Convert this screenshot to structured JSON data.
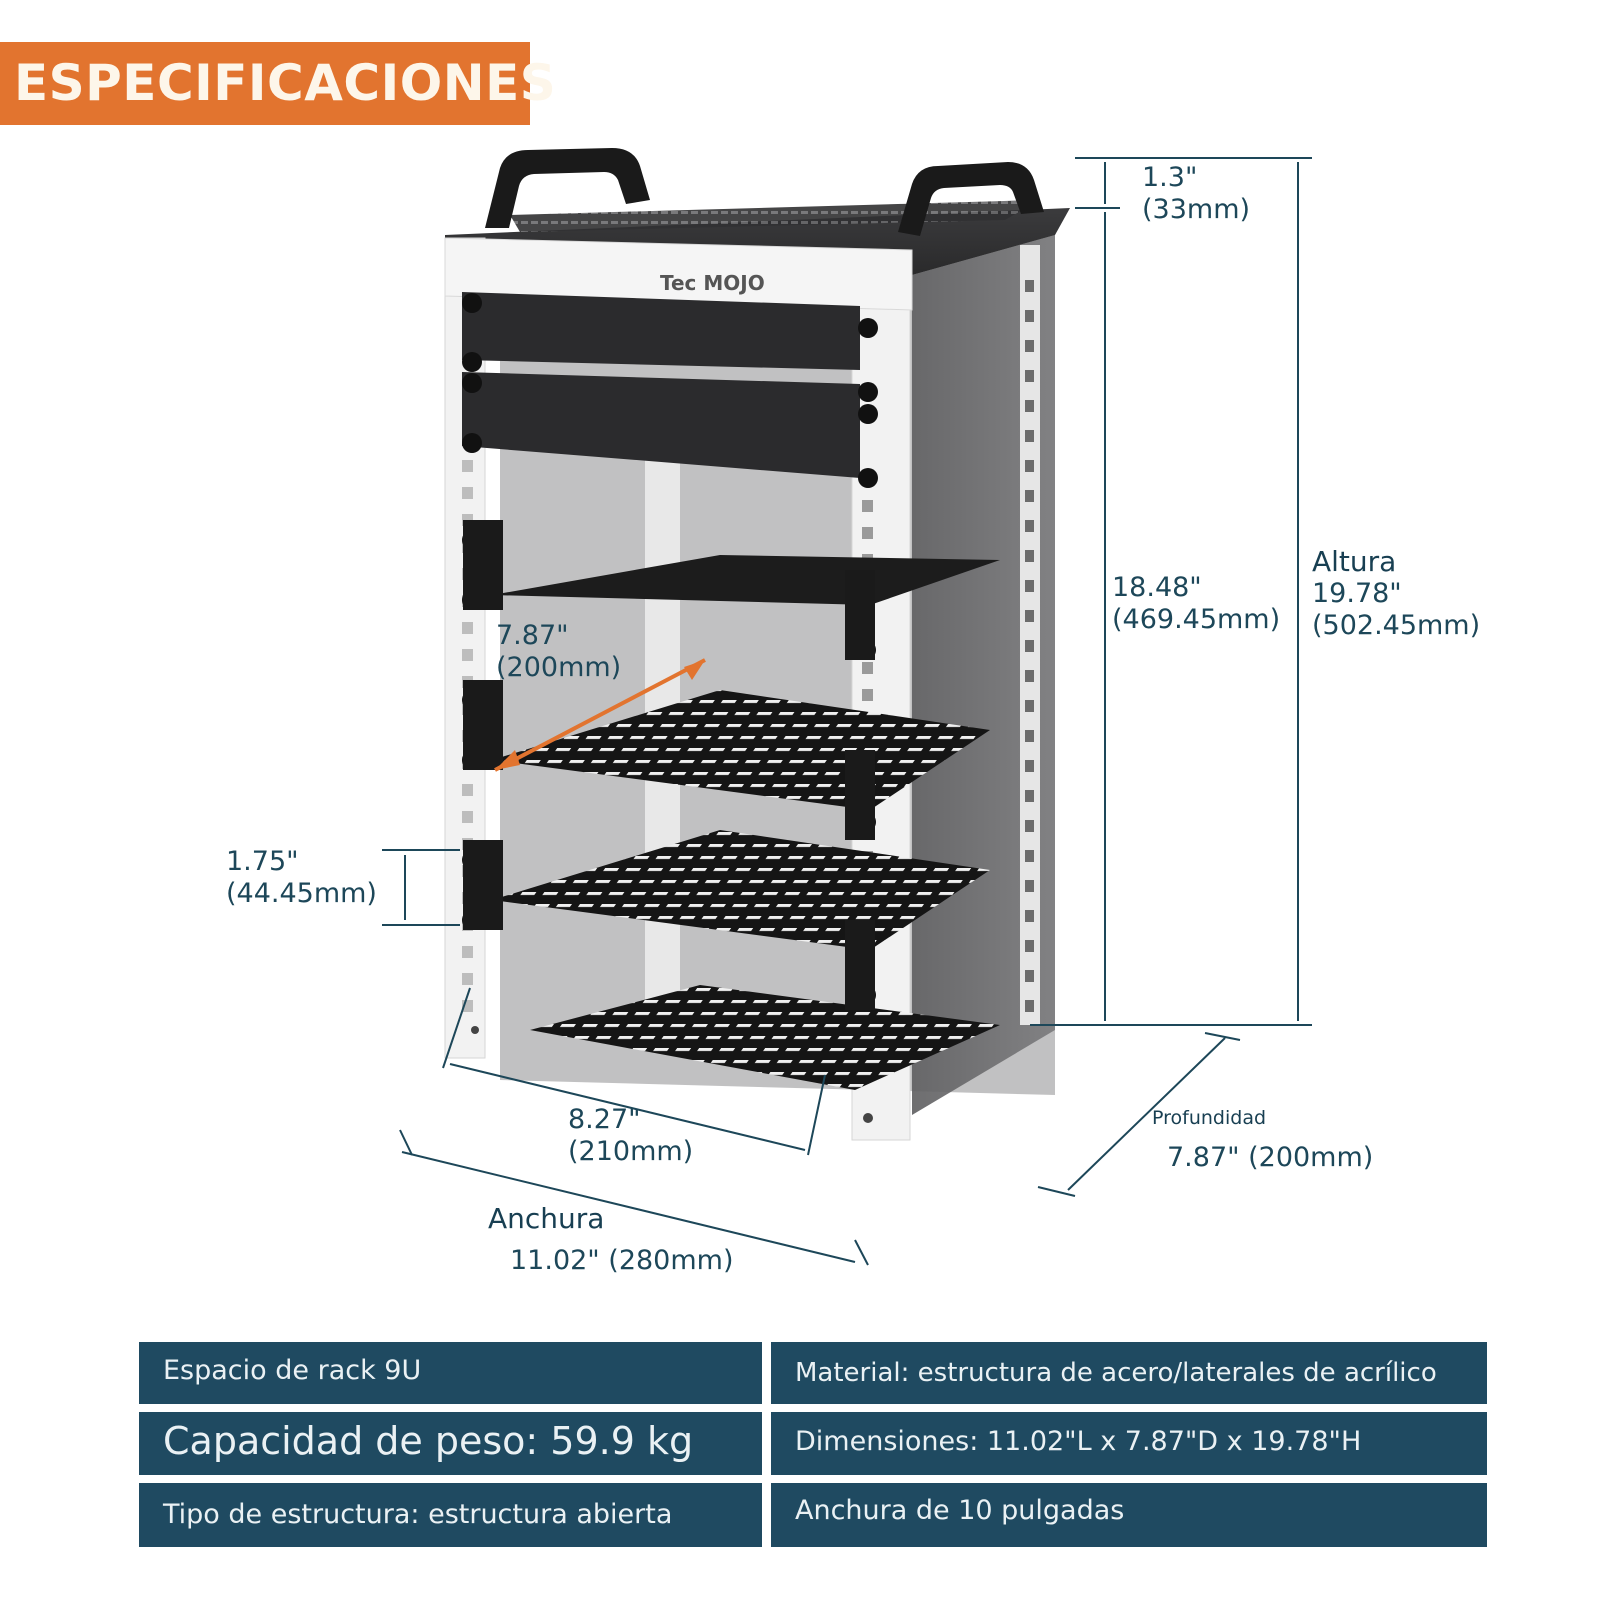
{
  "banner": {
    "title": "ESPECIFICACIONES"
  },
  "figure": {
    "brand_logo": "Tec MOJO",
    "dimensions": {
      "top_panel": {
        "inches": "1.3\"",
        "mm": "(33mm)"
      },
      "inner_height": {
        "inches": "18.48\"",
        "mm": "(469.45mm)"
      },
      "height": {
        "label": "Altura",
        "inches": "19.78\"",
        "mm": "(502.45mm)"
      },
      "shelf_depth": {
        "inches": "7.87\"",
        "mm": "(200mm)"
      },
      "rack_unit": {
        "inches": "1.75\"",
        "mm": "(44.45mm)"
      },
      "inner_width": {
        "inches": "8.27\"",
        "mm": "(210mm)"
      },
      "width": {
        "label": "Anchura",
        "value": "11.02\" (280mm)"
      },
      "depth": {
        "label": "Profundidad",
        "value": "7.87\" (200mm)"
      }
    }
  },
  "specs": [
    {
      "text": "Espacio de rack 9U"
    },
    {
      "text": "Material: estructura de acero/laterales de acrílico"
    },
    {
      "text": "Capacidad de peso: 59.9 kg"
    },
    {
      "text": "Dimensiones: 11.02\"L x 7.87\"D x 19.78\"H"
    },
    {
      "text": "Tipo de estructura: estructura abierta"
    },
    {
      "text": "Anchura de 10 pulgadas"
    }
  ],
  "colors": {
    "accent_orange": "#e2742f",
    "spec_panel": "#1f4a61",
    "label_text": "#1d4759"
  }
}
